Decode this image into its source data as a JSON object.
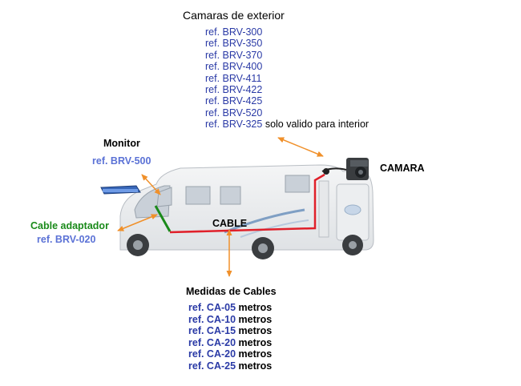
{
  "exterior": {
    "title": "Camaras de exterior",
    "refs": [
      {
        "ref": "ref. BRV-300",
        "note": ""
      },
      {
        "ref": "ref. BRV-350",
        "note": ""
      },
      {
        "ref": "ref. BRV-370",
        "note": ""
      },
      {
        "ref": "ref. BRV-400",
        "note": ""
      },
      {
        "ref": "ref. BRV-411",
        "note": ""
      },
      {
        "ref": "ref. BRV-422",
        "note": ""
      },
      {
        "ref": "ref. BRV-425",
        "note": ""
      },
      {
        "ref": "ref. BRV-520",
        "note": ""
      },
      {
        "ref": "ref. BRV-325",
        "note": "solo valido para interior"
      }
    ]
  },
  "monitor": {
    "title": "Monitor",
    "ref": "ref. BRV-500"
  },
  "camara": {
    "title": "CAMARA"
  },
  "cable": {
    "title": "CABLE"
  },
  "adaptador": {
    "title": "Cable adaptador",
    "ref": "ref. BRV-020"
  },
  "medidas": {
    "title": "Medidas de Cables",
    "items": [
      {
        "ref": "ref. CA-05",
        "unit": "metros"
      },
      {
        "ref": "ref. CA-10",
        "unit": "metros"
      },
      {
        "ref": "ref. CA-15",
        "unit": "metros"
      },
      {
        "ref": "ref. CA-20",
        "unit": "metros"
      },
      {
        "ref": "ref. CA-20",
        "unit": "metros"
      },
      {
        "ref": "ref. CA-25",
        "unit": "metros"
      }
    ]
  },
  "colors": {
    "ref_blue": "#2a3aa6",
    "ref_light_blue": "#5b72d6",
    "adapter_green": "#1a8a1a",
    "arrow_orange": "#f0902a",
    "cable_red": "#e0202a"
  }
}
